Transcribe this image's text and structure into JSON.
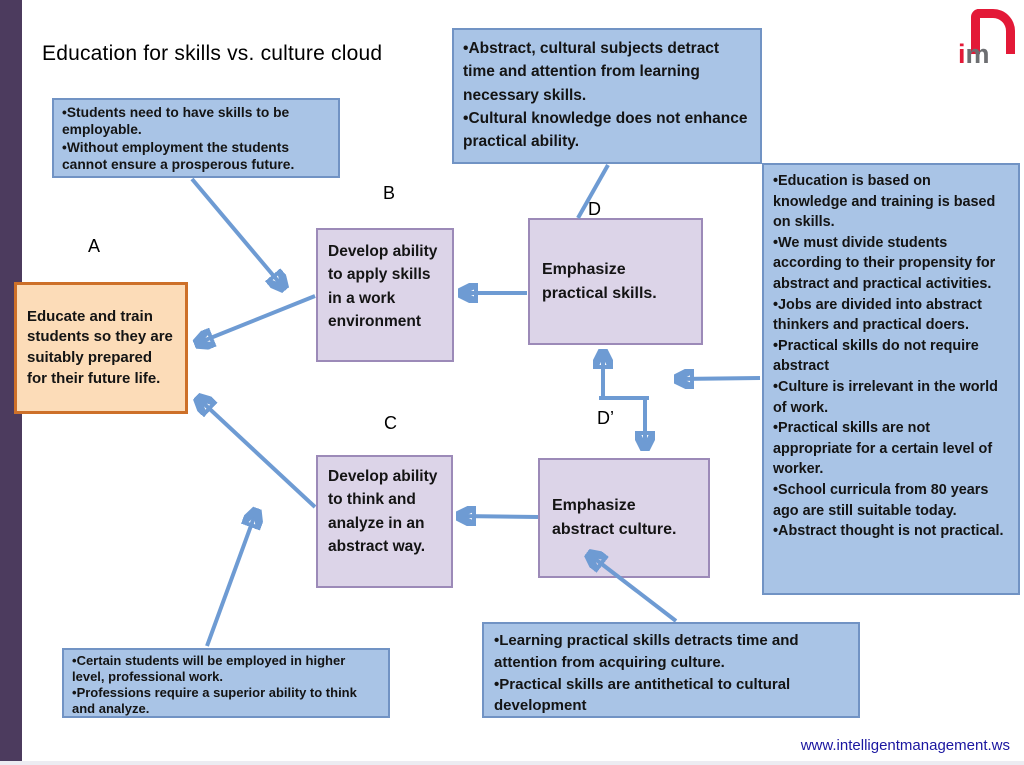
{
  "title": "Education for skills vs. culture cloud",
  "footer": {
    "url": "www.intelligentmanagement.ws"
  },
  "logo": {
    "letters_red": "i",
    "letters_gray": "m"
  },
  "colors": {
    "callout_fill": "#a9c4e6",
    "callout_border": "#7193c4",
    "node_purple_fill": "#dcd4e8",
    "node_purple_border": "#9c8ab8",
    "node_a_fill": "#fcdcb8",
    "node_a_border": "#cd7029",
    "arrow": "#6e9bd3",
    "side_strip": "#4c3b5e",
    "logo_red": "#e31937",
    "logo_gray": "#6d6e71",
    "url_text": "#1a16a0"
  },
  "cloud": {
    "a": {
      "label": "A",
      "text": "Educate and train students so they are suitably prepared for their future life."
    },
    "b": {
      "label": "B",
      "text": "Develop ability to apply skills in a work environment"
    },
    "c": {
      "label": "C",
      "text": "Develop ability to think and analyze in an abstract way."
    },
    "d": {
      "label": "D",
      "text": "Emphasize practical skills."
    },
    "d_prime": {
      "label": "D’",
      "text": "Emphasize abstract culture."
    }
  },
  "callouts": {
    "top_left": {
      "bullets": [
        "Students need to have skills to be employable.",
        "Without employment the students cannot ensure a prosperous future."
      ]
    },
    "top_middle": {
      "bullets": [
        "Abstract, cultural subjects detract time and attention from learning necessary skills.",
        "Cultural knowledge does not enhance practical ability."
      ]
    },
    "right": {
      "bullets": [
        "Education is based on knowledge and training is based on skills.",
        "We must divide students according to their propensity for abstract and practical activities.",
        "Jobs are divided into abstract thinkers and practical doers.",
        "Practical skills do not require abstract",
        "Culture is irrelevant in the world of work.",
        "Practical skills are not appropriate for a certain level of worker.",
        "School curricula from 80 years ago are still suitable today.",
        "Abstract thought is not practical."
      ]
    },
    "bottom_left": {
      "bullets": [
        "Certain students will be employed in higher level, professional work.",
        "Professions require a superior ability to think and analyze."
      ]
    },
    "bottom_middle": {
      "bullets": [
        "Learning practical skills detracts time and attention from acquiring culture.",
        "Practical skills are antithetical to cultural development"
      ]
    }
  }
}
